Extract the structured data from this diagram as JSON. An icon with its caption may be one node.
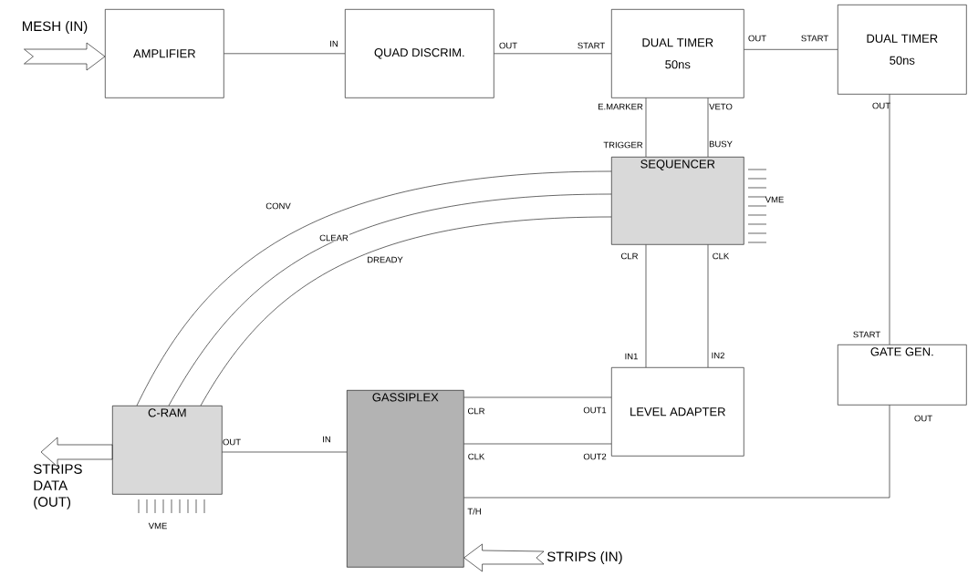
{
  "diagram": {
    "nodes": [
      {
        "text": [
          "AMPLIFIER"
        ]
      },
      {
        "text": [
          "QUAD DISCRIM."
        ]
      },
      {
        "text": [
          "DUAL TIMER",
          "50ns"
        ]
      },
      {
        "text": [
          "DUAL TIMER",
          "50ns"
        ]
      },
      {
        "text": [
          "SEQUENCER"
        ]
      },
      {
        "text": [
          "LEVEL ADAPTER"
        ]
      },
      {
        "text": [
          "GATE GEN."
        ]
      },
      {
        "text": [
          "C-RAM"
        ]
      },
      {
        "text": [
          "GASSIPLEX"
        ]
      },
      {
        "text": [
          "MESH (IN)"
        ]
      },
      {
        "text": [
          "STRIPS DATA (OUT)"
        ]
      },
      {
        "text": [
          "STRIPS (IN)"
        ]
      }
    ],
    "edges": [
      {
        "from": 0,
        "to": 1,
        "arrow": "none"
      },
      {
        "from": 1,
        "to": 2,
        "arrow": "none"
      },
      {
        "from": 2,
        "to": 3,
        "arrow": "none"
      },
      {
        "from": 2,
        "to": 4,
        "arrow": "none"
      },
      {
        "from": 2,
        "to": 4,
        "arrow": "none"
      },
      {
        "from": 4,
        "to": 7,
        "arrow": "none",
        "label": "CONV"
      },
      {
        "from": 4,
        "to": 7,
        "arrow": "none",
        "label": "CLEAR"
      },
      {
        "from": 4,
        "to": 7,
        "arrow": "none",
        "label": "DREADY"
      },
      {
        "from": 4,
        "to": 5,
        "arrow": "none"
      },
      {
        "from": 4,
        "to": 5,
        "arrow": "none"
      },
      {
        "from": 3,
        "to": 6,
        "arrow": "none"
      },
      {
        "from": 7,
        "to": 8,
        "arrow": "none"
      },
      {
        "from": 5,
        "to": 8,
        "arrow": "none"
      },
      {
        "from": 5,
        "to": 8,
        "arrow": "none"
      },
      {
        "from": 6,
        "to": 8,
        "arrow": "none"
      },
      {
        "from": 9,
        "to": 0,
        "arrow": "to"
      },
      {
        "from": 7,
        "to": 10,
        "arrow": "to"
      },
      {
        "from": 11,
        "to": 8,
        "arrow": "to"
      }
    ],
    "labels": [
      "IN",
      "OUT",
      "START",
      "OUT",
      "START",
      "E.MARKER",
      "VETO",
      "OUT",
      "TRIGGER",
      "BUSY",
      "VME",
      "CLR",
      "CLK",
      "START",
      "IN1",
      "IN2",
      "CLR",
      "OUT1",
      "OUT",
      "OUT",
      "IN",
      "CLK",
      "OUT2",
      "T/H",
      "VME"
    ]
  }
}
